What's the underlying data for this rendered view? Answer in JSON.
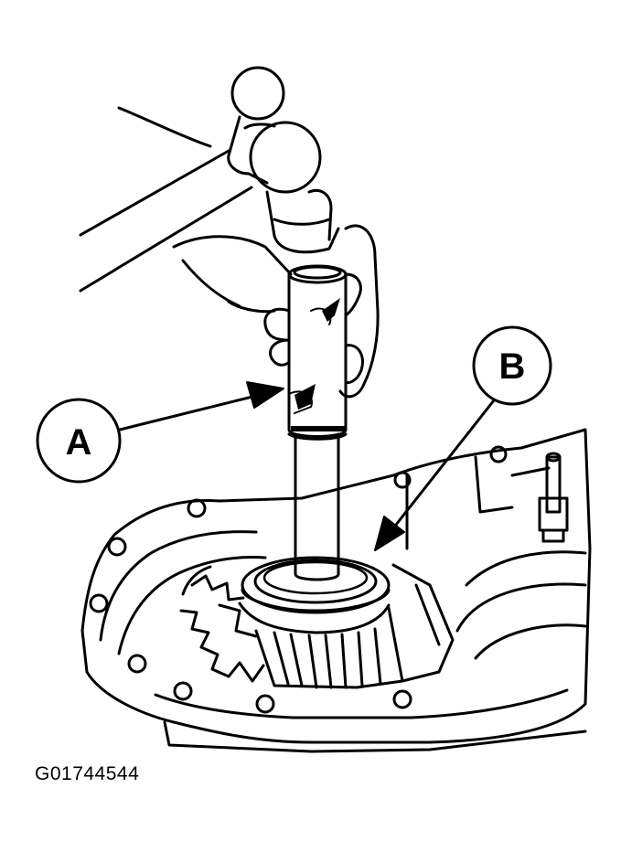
{
  "callouts": {
    "a": {
      "letter": "A"
    },
    "b": {
      "letter": "B"
    }
  },
  "figure_code": "G01744544",
  "colors": {
    "ink": "#000000",
    "paper": "#ffffff"
  }
}
